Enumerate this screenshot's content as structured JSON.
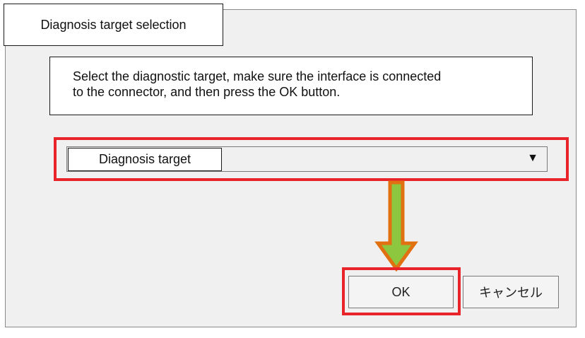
{
  "dialog": {
    "title": "Diagnosis target selection",
    "message_lines": [
      "Select the diagnostic target, make sure the interface is connected",
      "to the connector, and then press the OK button."
    ]
  },
  "target_selector": {
    "label": "Diagnosis target",
    "selected_value": "",
    "arrow_glyph": "▼"
  },
  "buttons": {
    "ok_label": "OK",
    "cancel_label": "キャンセル"
  },
  "colors": {
    "highlight": "#e8232a",
    "arrow_fill": "#8dc63f",
    "arrow_stroke": "#e07010"
  }
}
